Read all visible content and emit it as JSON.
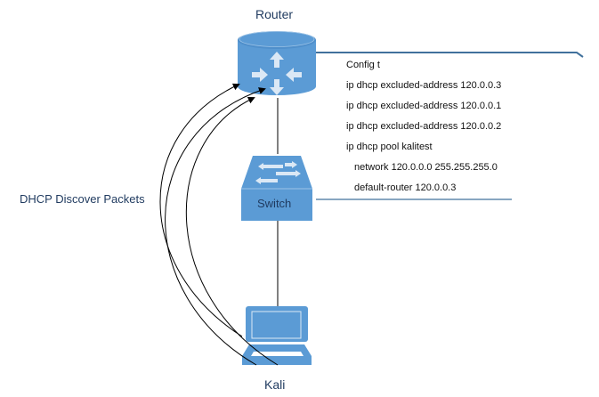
{
  "diagram": {
    "nodes": {
      "router": {
        "label": "Router",
        "icon": "router-icon"
      },
      "switch": {
        "label": "Switch",
        "icon": "switch-icon"
      },
      "kali": {
        "label": "Kali",
        "icon": "laptop-icon"
      }
    },
    "annotation": "DHCP Discover Packets",
    "config_lines": [
      "Config t",
      "ip dhcp excluded-address 120.0.0.3",
      "ip dhcp excluded-address 120.0.0.1",
      "ip dhcp excluded-address 120.0.0.2",
      "ip dhcp pool kalitest",
      "network 120.0.0.0 255.255.255.0",
      "default-router 120.0.0.3"
    ],
    "colors": {
      "device_blue": "#5b9bd5",
      "icon_light": "#dbe8f5",
      "label": "#1f3a5f",
      "connector": "#41719c"
    }
  }
}
